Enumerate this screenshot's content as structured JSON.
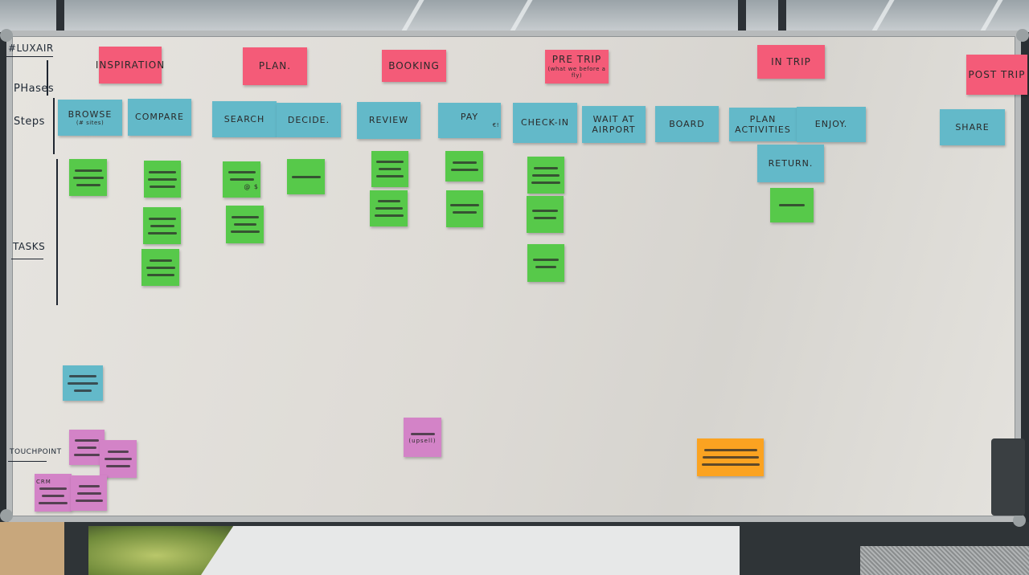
{
  "board_title": "#LUXAIR",
  "row_labels": {
    "phases": "PHases",
    "steps": "Steps",
    "tasks": "TASKS",
    "touchpoints": "TOUCHPOINT"
  },
  "phases": [
    {
      "label": "INSPIRATION"
    },
    {
      "label": "PLAN."
    },
    {
      "label": "BOOKING"
    },
    {
      "label": "PRE TRIP",
      "sublabel": "(what we before a fly)"
    },
    {
      "label": "IN TRIP"
    },
    {
      "label": "POST TRIP"
    }
  ],
  "steps": [
    {
      "label": "BROWSE",
      "sublabel": "(# sites)"
    },
    {
      "label": "COMPARE"
    },
    {
      "label": "SEARCH"
    },
    {
      "label": "DECIDE."
    },
    {
      "label": "REVIEW"
    },
    {
      "label": "PAY",
      "sublabel": "€!"
    },
    {
      "label": "CHECK-IN"
    },
    {
      "label": "WAIT AT AIRPORT"
    },
    {
      "label": "BOARD"
    },
    {
      "label": "PLAN ACTIVITIES"
    },
    {
      "label": "ENJOY."
    },
    {
      "label": "RETURN."
    },
    {
      "label": "SHARE"
    }
  ],
  "task_annotations": {
    "search_extra": "@ $",
    "touchpoint_extra": "(upsell)",
    "touchpoint_label_small": "CRM"
  },
  "colors": {
    "phase_note": "#f45b78",
    "step_note": "#63b9c9",
    "task_note": "#57c94a",
    "touchpoint_note": "#d383c7",
    "highlight_note": "#fba321"
  }
}
